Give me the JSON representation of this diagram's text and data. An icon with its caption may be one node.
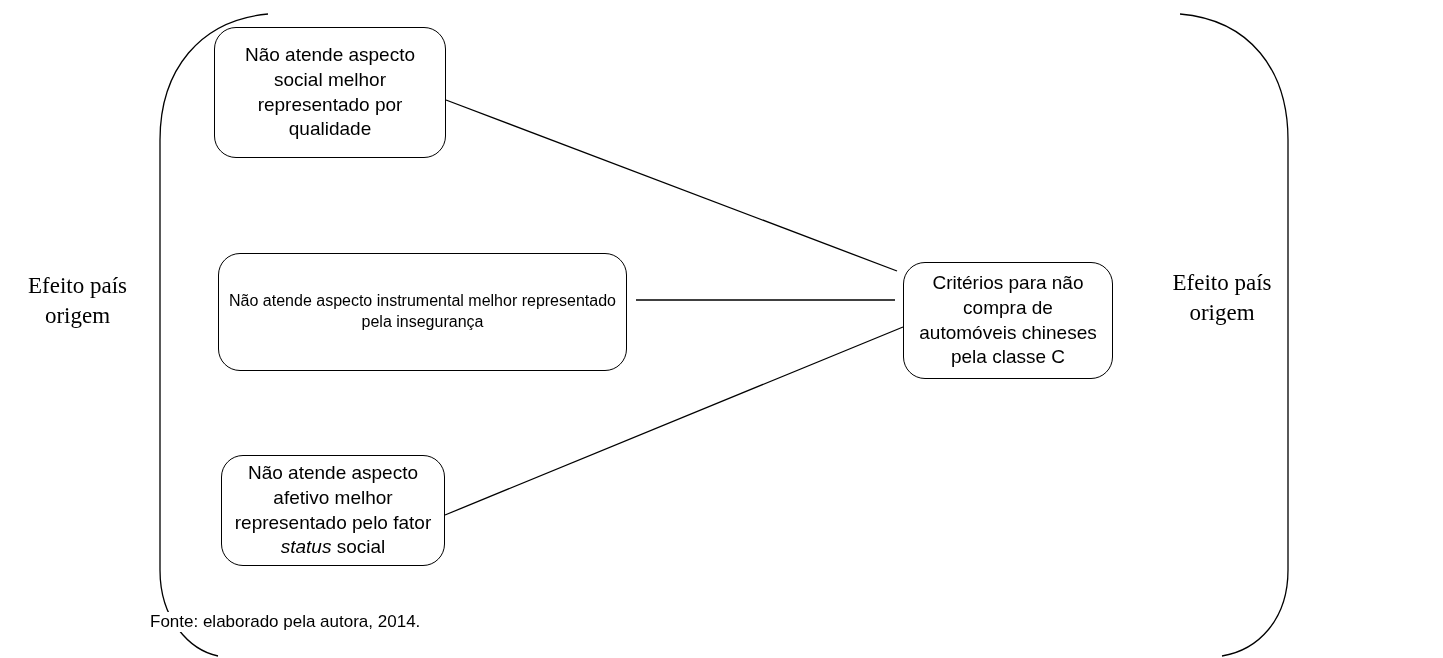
{
  "diagram": {
    "caption": "Fonte: elaborado pela autora, 2014.",
    "nodes": [
      {
        "text": [
          "Não atende aspecto social melhor representado por qualidade"
        ]
      },
      {
        "text": [
          "Não atende aspecto instrumental melhor representado pela insegurança"
        ]
      },
      {
        "text": [
          "Não atende aspecto afetivo melhor representado pelo fator *status* social"
        ]
      },
      {
        "text": [
          "Critérios para não compra de automóveis chineses pela classe C"
        ]
      }
    ],
    "edges": [
      {
        "from": 0,
        "to": 3,
        "arrow": "none"
      },
      {
        "from": 1,
        "to": 3,
        "arrow": "none"
      },
      {
        "from": 2,
        "to": 3,
        "arrow": "none"
      }
    ],
    "labels": [
      "Efeito país origem",
      "Efeito país origem"
    ]
  }
}
